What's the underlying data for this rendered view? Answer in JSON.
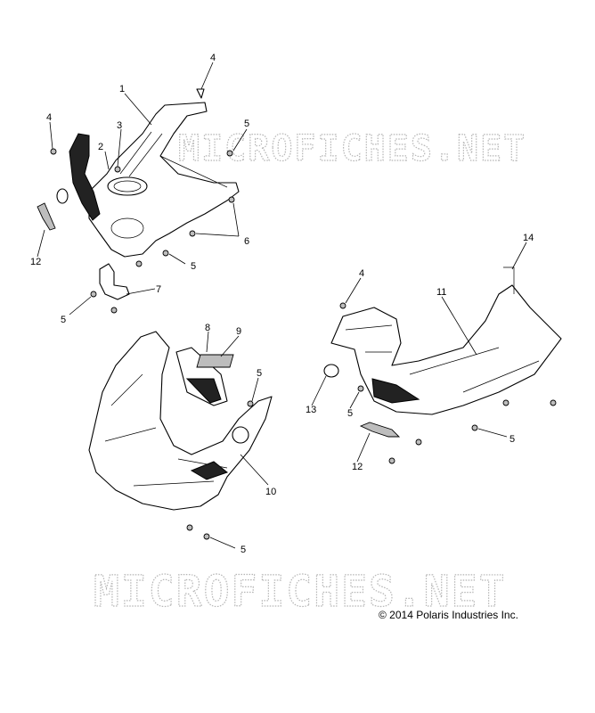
{
  "watermark": "MICROFICHES.NET",
  "copyright": "© 2014 Polaris Industries Inc.",
  "callouts": {
    "c1": "1",
    "c2": "2",
    "c3": "3",
    "c4a": "4",
    "c4b": "4",
    "c4c": "4",
    "c5a": "5",
    "c5b": "5",
    "c5c": "5",
    "c5d": "5",
    "c5e": "5",
    "c5f": "5",
    "c5g": "5",
    "c6": "6",
    "c7": "7",
    "c8": "8",
    "c9": "9",
    "c10": "10",
    "c11": "11",
    "c12a": "12",
    "c12b": "12",
    "c13": "13",
    "c14": "14"
  }
}
